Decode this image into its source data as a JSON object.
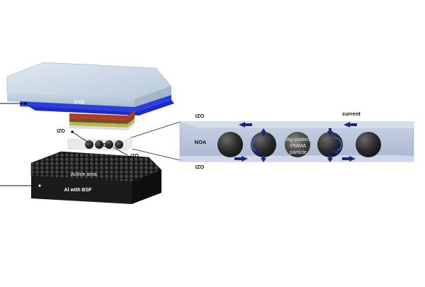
{
  "labels": {
    "fto": "FTO",
    "izo_upper_left": "IZO",
    "tca": "TCA",
    "izo_lower_left": "IZO",
    "active_area": "Active area",
    "al_bsf": "Al with BSF",
    "izo_top_right": "IZO",
    "current": "current",
    "noa": "NOA",
    "particle_line1": "Ag coated",
    "particle_line2": "PMMA",
    "particle_line3": "particle",
    "izo_bottom_right": "IZO"
  },
  "colors": {
    "glass": "#bfd0e0",
    "fto_layer": "#2a3fe0",
    "bsf_block": "#1c1c1c",
    "izo_film": "#c8d4e6",
    "noa_fill": "#b9c2dc",
    "particle": "#2b2b2b",
    "arrow": "#1a2a7a"
  }
}
